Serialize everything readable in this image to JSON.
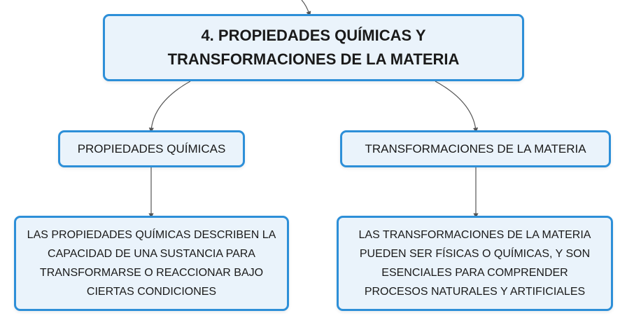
{
  "colors": {
    "node_border": "#2d8fd8",
    "node_fill": "#eaf3fb",
    "connector": "#555555",
    "text": "#1a1a1a"
  },
  "root": {
    "title": "4. PROPIEDADES QUÍMICAS Y TRANSFORMACIONES DE LA MATERIA"
  },
  "branches": [
    {
      "label": "PROPIEDADES QUÍMICAS",
      "description": "LAS PROPIEDADES QUÍMICAS DESCRIBEN LA CAPACIDAD DE UNA SUSTANCIA PARA TRANSFORMARSE O REACCIONAR BAJO CIERTAS CONDICIONES"
    },
    {
      "label": "TRANSFORMACIONES DE LA MATERIA",
      "description": "LAS TRANSFORMACIONES DE LA MATERIA PUEDEN SER FÍSICAS O QUÍMICAS, Y SON ESENCIALES PARA COMPRENDER PROCESOS NATURALES Y ARTIFICIALES"
    }
  ]
}
